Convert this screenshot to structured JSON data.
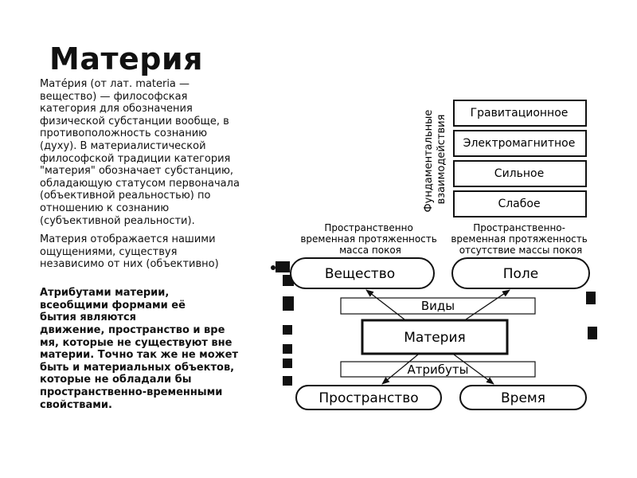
{
  "slide": {
    "title": "Материя",
    "paragraphs": {
      "p1": "Мате́рия (от лат. materia — вещество) — философская категория для обозначения физической субстанции вообще, в противоположность сознанию (духу). В материалистической философской традиции категория \"материя\" обозначает субстанцию, обладающую статусом первоначала (объективной реальностью) по отношению к сознанию (субъективной реальности).",
      "p2": "Материя отображается нашими ощущениями, существуя независимо от них (объективно)",
      "p3": "Атрибутами материи, всеобщими формами её бытия являются",
      "p4": "движение, пространство и вре мя, которые не существуют вне материи. Точно так же не может быть и материальных объектов, которые не обладали бы пространственно-временными свойствами."
    }
  },
  "diagram": {
    "interactions_heading_line1": "Фундаментальные",
    "interactions_heading_line2": "взаимодействия",
    "interactions": [
      "Гравитационное",
      "Электромагнитное",
      "Сильное",
      "Слабое"
    ],
    "caption_left_line1": "Пространственно",
    "caption_left_line2": "временная протяженность",
    "caption_left_line3": "масса покоя",
    "caption_right_line1": "Пространственно-",
    "caption_right_line2": "временная протяженность",
    "caption_right_line3": "отсутствие массы покоя",
    "node_substance": "Вещество",
    "node_field": "Поле",
    "band_kinds": "Виды",
    "node_matter": "Материя",
    "band_attributes": "Атрибуты",
    "node_space": "Пространство",
    "node_time": "Время"
  }
}
